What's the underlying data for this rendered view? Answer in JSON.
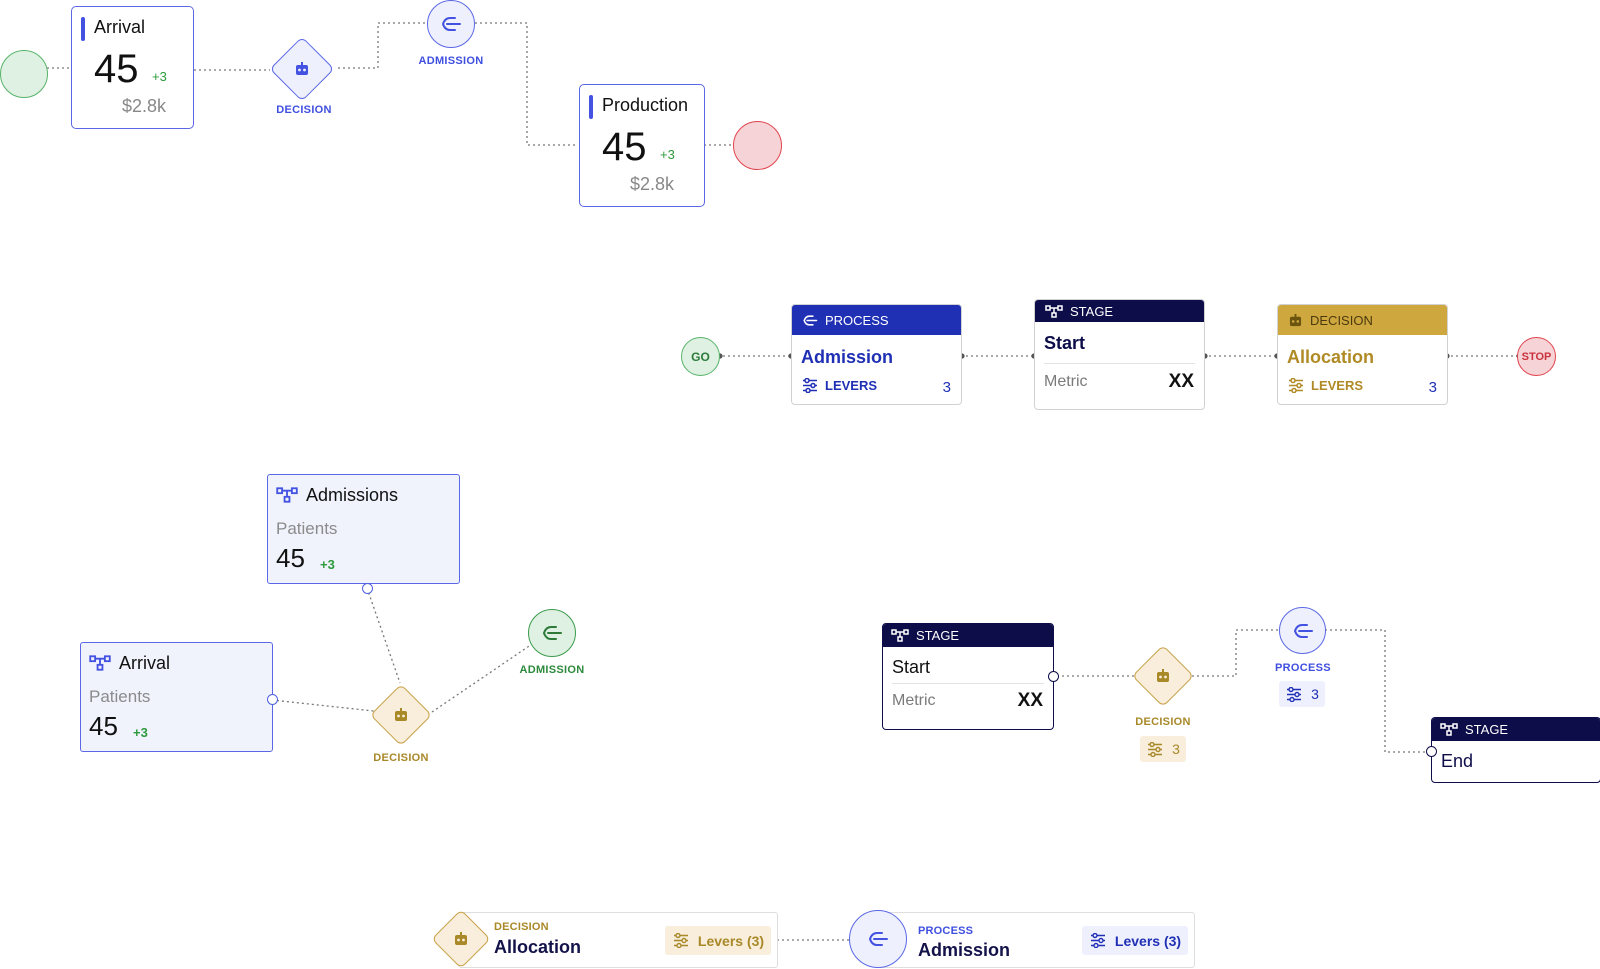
{
  "flow1": {
    "arrival": {
      "title": "Arrival",
      "value": "45",
      "delta": "+3",
      "money": "$2.8k"
    },
    "decision_label": "DECISION",
    "admission_label": "ADMISSION",
    "production": {
      "title": "Production",
      "value": "45",
      "delta": "+3",
      "money": "$2.8k"
    }
  },
  "flow2": {
    "go_label": "GO",
    "stop_label": "STOP",
    "process": {
      "type": "PROCESS",
      "name": "Admission",
      "levers_label": "LEVERS",
      "levers_count": "3"
    },
    "stage": {
      "type": "STAGE",
      "name": "Start",
      "metric_label": "Metric",
      "metric_value": "XX"
    },
    "decision": {
      "type": "DECISION",
      "name": "Allocation",
      "levers_label": "LEVERS",
      "levers_count": "3"
    }
  },
  "flow3": {
    "admissions": {
      "title": "Admissions",
      "sub": "Patients",
      "value": "45",
      "delta": "+3"
    },
    "arrival": {
      "title": "Arrival",
      "sub": "Patients",
      "value": "45",
      "delta": "+3"
    },
    "decision_label": "DECISION",
    "admission_label": "ADMISSION"
  },
  "flow4": {
    "stage_start": {
      "type": "STAGE",
      "name": "Start",
      "metric_label": "Metric",
      "metric_value": "XX"
    },
    "decision_label": "DECISION",
    "decision_levers": "3",
    "process_label": "PROCESS",
    "process_levers": "3",
    "stage_end": {
      "type": "STAGE",
      "name": "End"
    }
  },
  "flow5": {
    "decision": {
      "kind": "DECISION",
      "name": "Allocation",
      "levers": "Levers (3)"
    },
    "process": {
      "kind": "PROCESS",
      "name": "Admission",
      "levers": "Levers (3)"
    }
  },
  "colors": {
    "blue": "#4352e0",
    "navy": "#0d0d4a",
    "process_blue": "#2030b5",
    "gold": "#cea83e",
    "green": "#58b36a",
    "red": "#e1454f"
  }
}
